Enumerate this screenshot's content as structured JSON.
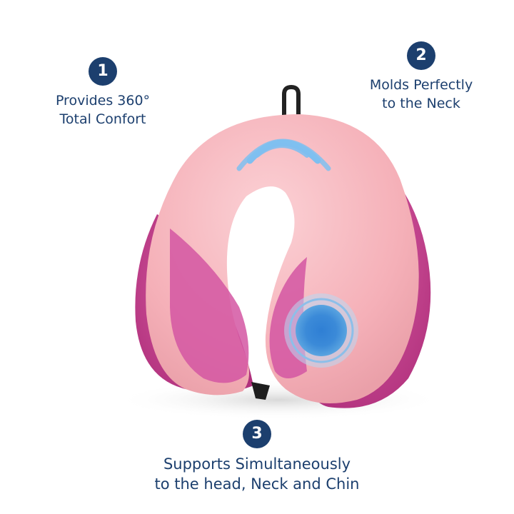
{
  "callouts": [
    {
      "number": "1",
      "lines": [
        "Provides 360°",
        "Total Confort"
      ]
    },
    {
      "number": "2",
      "lines": [
        "Molds Perfectly",
        "to the Neck"
      ]
    },
    {
      "number": "3",
      "lines": [
        "Supports Simultaneously",
        "to the head, Neck and Chin"
      ]
    }
  ],
  "colors": {
    "text": "#1c3f6e",
    "pillow_light": "#f7b7be",
    "pillow_dark": "#c7408d",
    "accent_blue": "#5aa4e0"
  }
}
